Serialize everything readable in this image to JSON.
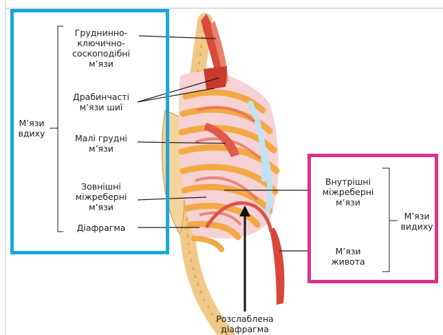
{
  "inhale": {
    "title": [
      "М’язи",
      "вдиху"
    ],
    "color": "#1aa6d9",
    "items": [
      [
        "Груднинно-",
        "ключично-",
        "соскоподібні",
        "м’язи"
      ],
      [
        "Драбинчасті",
        "м’язи шиї"
      ],
      [
        "Малі грудні",
        "м’язи"
      ],
      [
        "Зовнішні",
        "міжреберні",
        "м’язи"
      ],
      [
        "Діафрагма"
      ]
    ]
  },
  "exhale": {
    "title": [
      "М’язи",
      "видиху"
    ],
    "color": "#d9338a",
    "items": [
      [
        "Внутрішні",
        "міжреберні",
        "м’язи"
      ],
      [
        "М’язи",
        "живота"
      ]
    ]
  },
  "bottom_label": [
    "Розслаблена",
    "діафрагма"
  ]
}
